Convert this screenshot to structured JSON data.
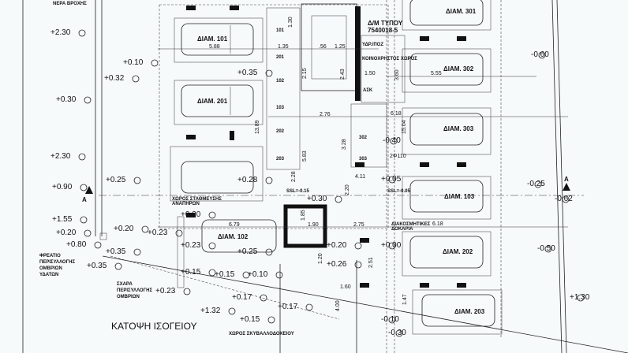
{
  "drawing": {
    "title": "ΚΑΤΟΨΗ ΙΣΟΓΕΙΟΥ",
    "rainwater_note": "ΝΕΡΑ ΒΡΟΧΗΣ",
    "meter_type": "Δ/Μ ΤΥΠΟΥ",
    "meter_code": "7540018-5",
    "section_marker": "A",
    "pipe_note": "2Φ110",
    "beams_note_1": "ΔΙΑΚΟΣΜΗΤΙΚΕΣ",
    "beams_note_2": "ΔΟΚΑΡΙΑ",
    "disabled_parking_1": "ΧΩΡΟΣ ΣΤΑΘΜΕΥΣΗΣ",
    "disabled_parking_2": "ΑΝΑΠΗΡΩΝ",
    "drain_pit": [
      "ΦΡΕΑΤΙΟ",
      "ΠΕΡΙΣΥΛΛΟΓΗΣ",
      "ΟΜΒΡΙΩΝ",
      "ΥΔΑΤΩΝ"
    ],
    "grate": [
      "ΣΧΑΡΑ",
      "ΠΕΡΙΣΥΛΛΟΓΗΣ",
      "ΟΜΒΡΙΩΝ"
    ],
    "bins_area": "ΧΩΡΟΣ ΣΚΥΒΑΛΛΟΔΟΧΕΙΟΥ",
    "ssl_1": "SSL=-0.15",
    "ssl_2": "SSL=-0.05",
    "rooms": [
      "ΥΔΡ./ΠΟΖ",
      "ΚΟΙΝΟΧΡΗΣΤΟΣ ΧΩΡΟΣ",
      "ΑΣΚ"
    ]
  },
  "parking": [
    "ΔΙΑΜ. 101",
    "ΔΙΑΜ. 201",
    "ΔΙΑΜ. 102",
    "ΔΙΑΜ. 301",
    "ΔΙΑΜ. 302",
    "ΔΙΑΜ. 303",
    "ΔΙΑΜ. 103",
    "ΔΙΑΜ. 202",
    "ΔΙΑΜ. 203"
  ],
  "storage": [
    "101",
    "201",
    "102",
    "103",
    "202",
    "203",
    "302",
    "303"
  ],
  "elevations": [
    "+2.30",
    "+0.10",
    "+0.35",
    "+0.32",
    "+0.30",
    "+2.30",
    "+0.25",
    "+0.28",
    "+0.90",
    "+1.55",
    "+0.20",
    "+0.20",
    "+0.23",
    "+0.20",
    "+0.23",
    "+0.80",
    "+0.35",
    "+0.25",
    "+0.35",
    "+0.15",
    "+0.15",
    "+0.10",
    "+0.23",
    "+0.17",
    "+0.17",
    "+1.32",
    "+0.15",
    "-0.60",
    "-0.40",
    "-0.25",
    "-0.62",
    "+0.05",
    "+0.30",
    "+0.00",
    "-0.50",
    "+1.30",
    "-0.10",
    "-0.30",
    "+0.20",
    "+0.26"
  ],
  "dimensions": [
    "5.88",
    "13.89",
    "5.83",
    "2.15",
    "2.76",
    "3.28",
    "4.11",
    "2.43",
    "1.50",
    "3.60",
    "6.18",
    "15.04",
    "6.18",
    "5.55",
    "1.47",
    "4.00",
    "1.60",
    "2.75",
    "1.90",
    "1.85",
    "1.20",
    "2.51",
    "2.20",
    "2.28",
    "6.79",
    "1.30",
    "1.35",
    "1.25",
    ".56"
  ]
}
